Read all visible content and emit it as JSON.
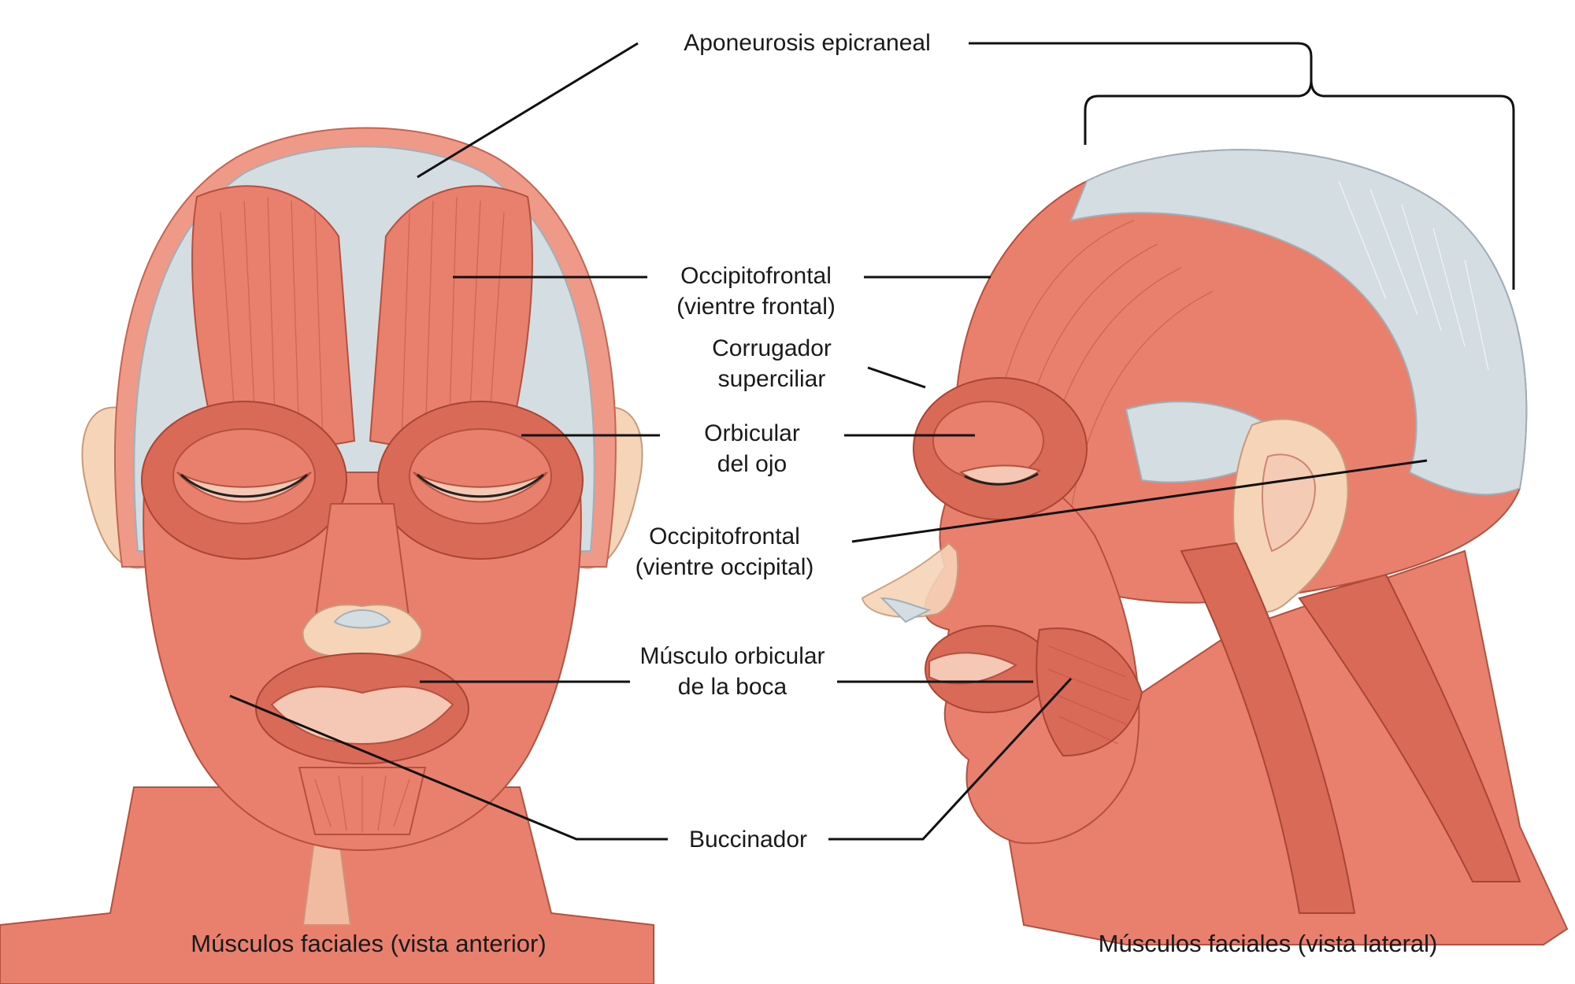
{
  "colors": {
    "muscle": "#e8806d",
    "muscle_dark": "#d96a57",
    "aponeurosis": "#d4dde2",
    "skin": "#f6d4b8",
    "leader_line": "#111111"
  },
  "labels": {
    "aponeurosis": "Aponeurosis epicraneal",
    "occipitofrontal_frontal_1": "Occipitofrontal",
    "occipitofrontal_frontal_2": "(vientre frontal)",
    "corrugador_1": "Corrugador",
    "corrugador_2": "superciliar",
    "orbicular_ojo_1": "Orbicular",
    "orbicular_ojo_2": "del ojo",
    "occipitofrontal_occipital_1": "Occipitofrontal",
    "occipitofrontal_occipital_2": "(vientre occipital)",
    "orbicular_boca_1": "Músculo orbicular",
    "orbicular_boca_2": "de la boca",
    "buccinador": "Buccinador"
  },
  "captions": {
    "anterior": "Músculos faciales (vista anterior)",
    "lateral": "Músculos faciales (vista lateral)"
  }
}
